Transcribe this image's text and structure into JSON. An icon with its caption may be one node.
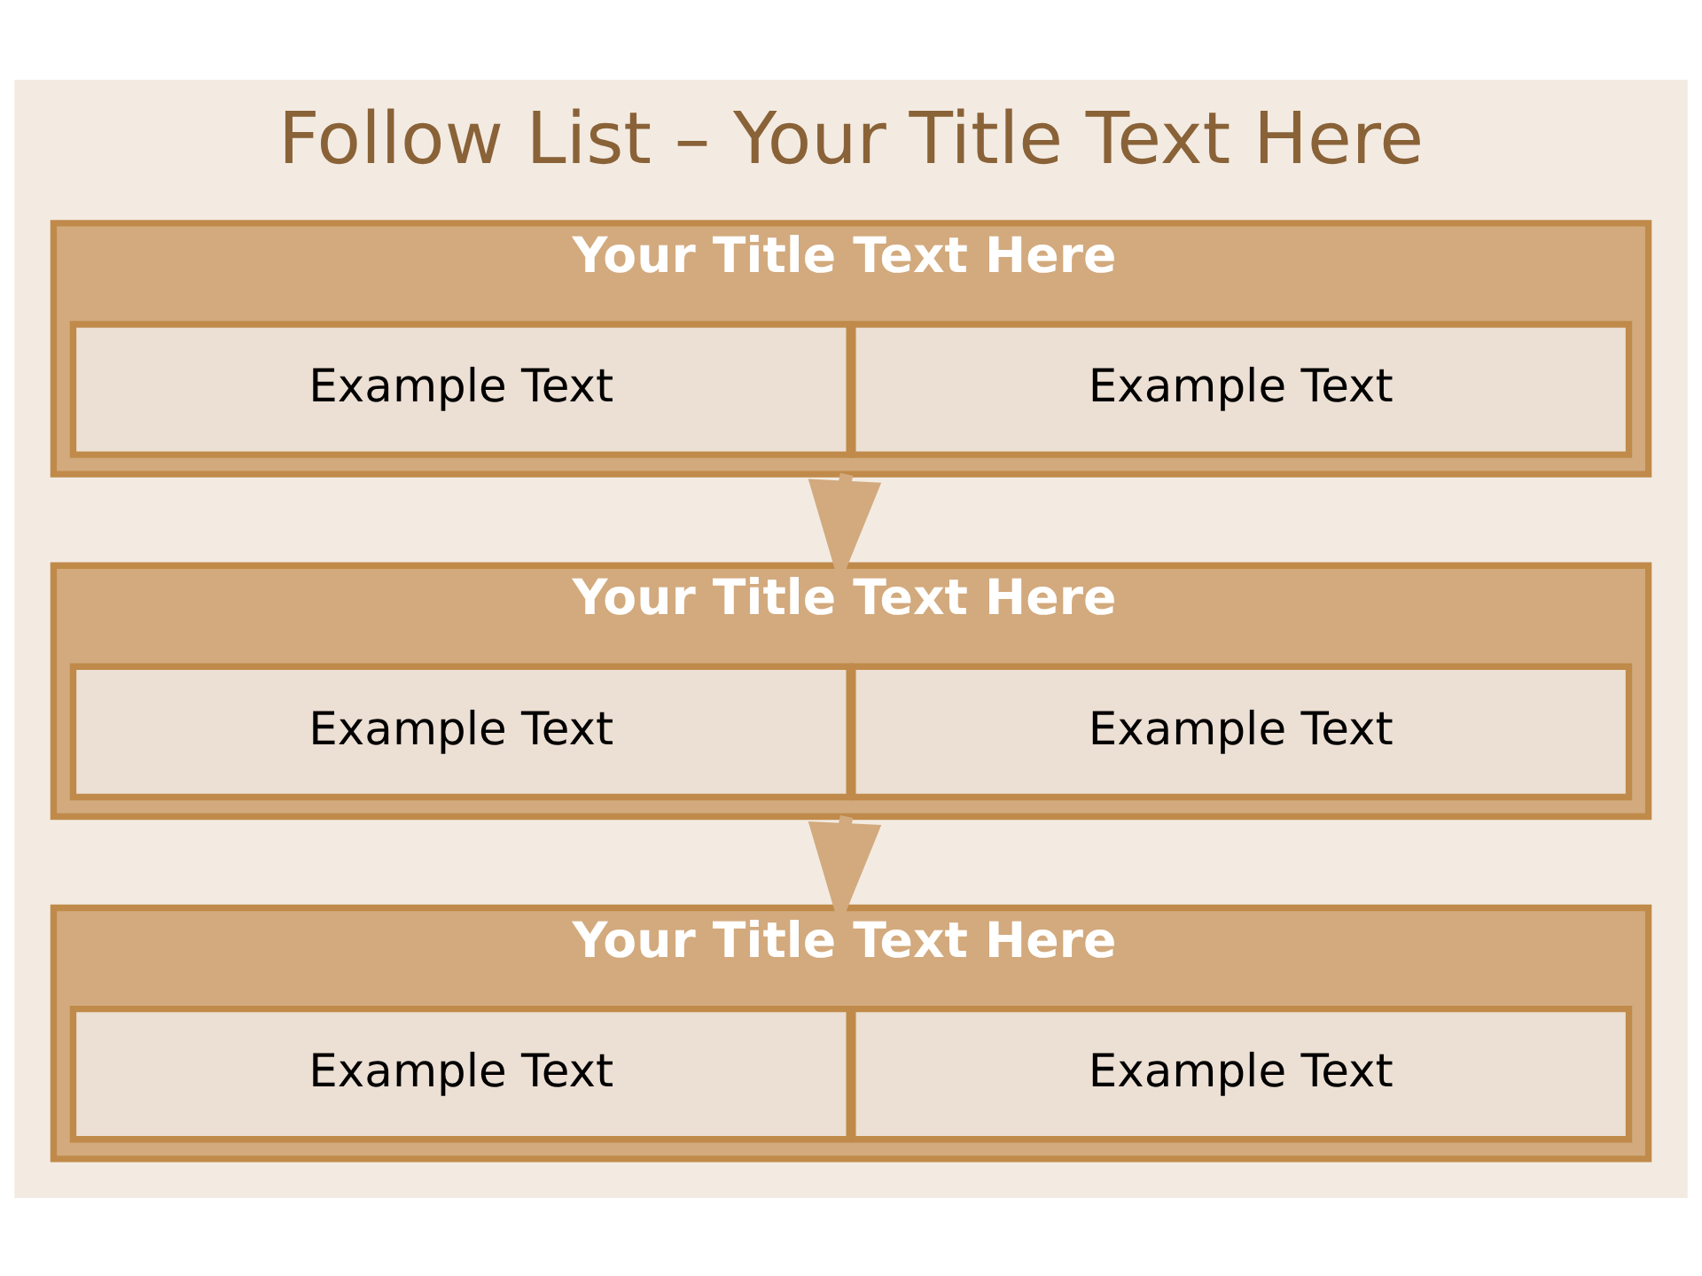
{
  "diagram": {
    "title": "Follow List – Your Title Text Here",
    "nodes": [
      {
        "text": [
          "Your Title Text Here"
        ]
      },
      {
        "text": [
          "Example Text"
        ],
        "in": 0
      },
      {
        "text": [
          "Example Text"
        ],
        "in": 0
      },
      {
        "text": [
          "Your Title Text Here"
        ]
      },
      {
        "text": [
          "Example Text"
        ],
        "in": 3
      },
      {
        "text": [
          "Example Text"
        ],
        "in": 3
      },
      {
        "text": [
          "Your Title Text Here"
        ]
      },
      {
        "text": [
          "Example Text"
        ],
        "in": 6
      },
      {
        "text": [
          "Example Text"
        ],
        "in": 6
      }
    ],
    "edges": [
      {
        "from": 0,
        "to": 3,
        "arrow": "to"
      },
      {
        "from": 3,
        "to": 6,
        "arrow": "to"
      }
    ]
  }
}
